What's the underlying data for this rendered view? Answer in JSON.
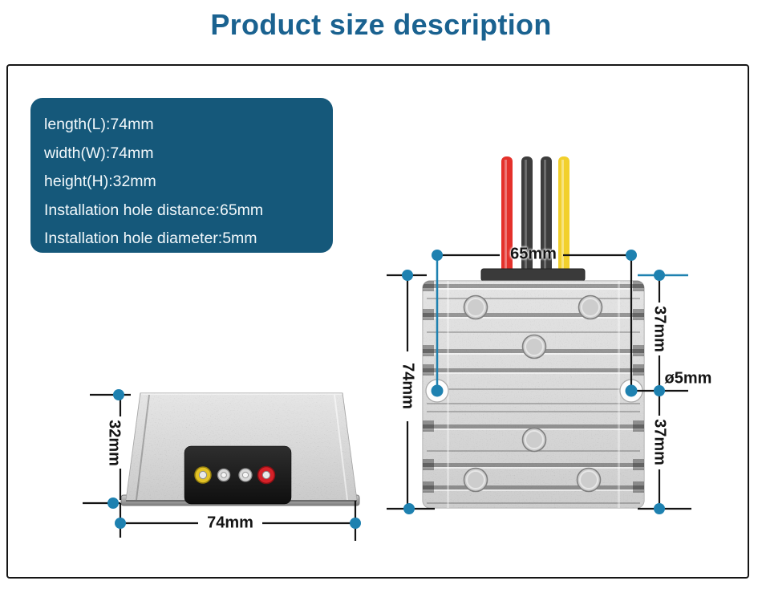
{
  "title": "Product size description",
  "colors": {
    "title_text": "#1a6290",
    "spec_box_bg": "#15587a",
    "spec_box_text": "#f2f8fb",
    "dimension_accent": "#1e81b0",
    "dimension_line": "#141414",
    "wire_red": "#e4312b",
    "wire_black": "#3d3d3d",
    "wire_yellow": "#f2d02c",
    "metal_gray": "#c4c4c4"
  },
  "spec_box": {
    "lines": [
      "length(L):74mm",
      "width(W):74mm",
      "height(H):32mm",
      "Installation hole distance:65mm",
      "Installation hole diameter:5mm"
    ]
  },
  "side_view": {
    "height_label": "32mm",
    "width_label": "74mm"
  },
  "top_view": {
    "hole_distance_label": "65mm",
    "length_label": "74mm",
    "upper_hole_offset_label": "37mm",
    "hole_diameter_label": "ø5mm",
    "lower_hole_offset_label": "37mm"
  }
}
